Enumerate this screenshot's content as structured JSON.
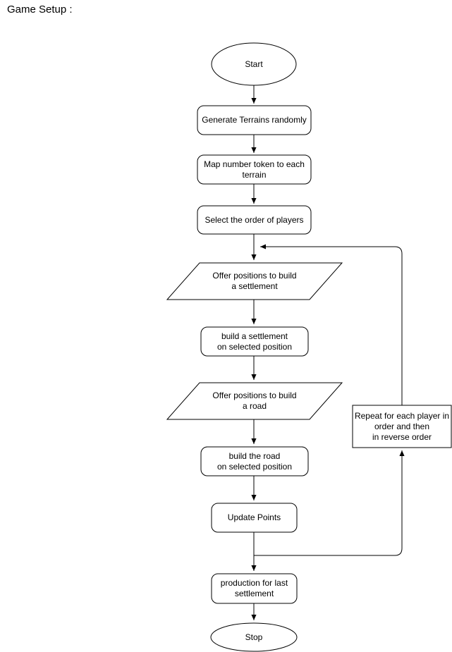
{
  "page": {
    "title": "Game Setup :"
  },
  "colors": {
    "background": "#ffffff",
    "shape_fill": "#ffffff",
    "stroke": "#000000",
    "text": "#000000"
  },
  "diagram": {
    "type": "flowchart",
    "nodes": {
      "start": {
        "shape": "ellipse",
        "label": "Start"
      },
      "generate_terrains": {
        "shape": "rounded-rect",
        "label": "Generate Terrains randomly"
      },
      "map_number_token": {
        "shape": "rounded-rect",
        "label": "Map number token to each\nterrain"
      },
      "select_order": {
        "shape": "rounded-rect",
        "label": "Select the order of players"
      },
      "offer_settlement_positions": {
        "shape": "parallelogram",
        "label": "Offer positions to build\na settlement"
      },
      "build_settlement": {
        "shape": "rounded-rect",
        "label": "build a settlement\non selected position"
      },
      "offer_road_positions": {
        "shape": "parallelogram",
        "label": "Offer positions to build\na road"
      },
      "build_road": {
        "shape": "rounded-rect",
        "label": "build the road\non selected position"
      },
      "update_points": {
        "shape": "rounded-rect",
        "label": "Update Points"
      },
      "repeat_note": {
        "shape": "rect",
        "label": "Repeat for each player in\norder and then\nin reverse order"
      },
      "production_last_settlement": {
        "shape": "rounded-rect",
        "label": "production for last\nsettlement"
      },
      "stop": {
        "shape": "ellipse",
        "label": "Stop"
      }
    },
    "edges": [
      {
        "from": "start",
        "to": "generate_terrains",
        "kind": "flow"
      },
      {
        "from": "generate_terrains",
        "to": "map_number_token",
        "kind": "flow"
      },
      {
        "from": "map_number_token",
        "to": "select_order",
        "kind": "flow"
      },
      {
        "from": "select_order",
        "to": "offer_settlement_positions",
        "kind": "flow"
      },
      {
        "from": "offer_settlement_positions",
        "to": "build_settlement",
        "kind": "flow"
      },
      {
        "from": "build_settlement",
        "to": "offer_road_positions",
        "kind": "flow"
      },
      {
        "from": "offer_road_positions",
        "to": "build_road",
        "kind": "flow"
      },
      {
        "from": "build_road",
        "to": "update_points",
        "kind": "flow"
      },
      {
        "from": "update_points",
        "to": "production_last_settlement",
        "kind": "flow"
      },
      {
        "from": "update_points",
        "to": "repeat_note",
        "kind": "loop-back"
      },
      {
        "from": "repeat_note",
        "to": "offer_settlement_positions",
        "kind": "loop-back"
      },
      {
        "from": "production_last_settlement",
        "to": "stop",
        "kind": "flow"
      }
    ]
  }
}
